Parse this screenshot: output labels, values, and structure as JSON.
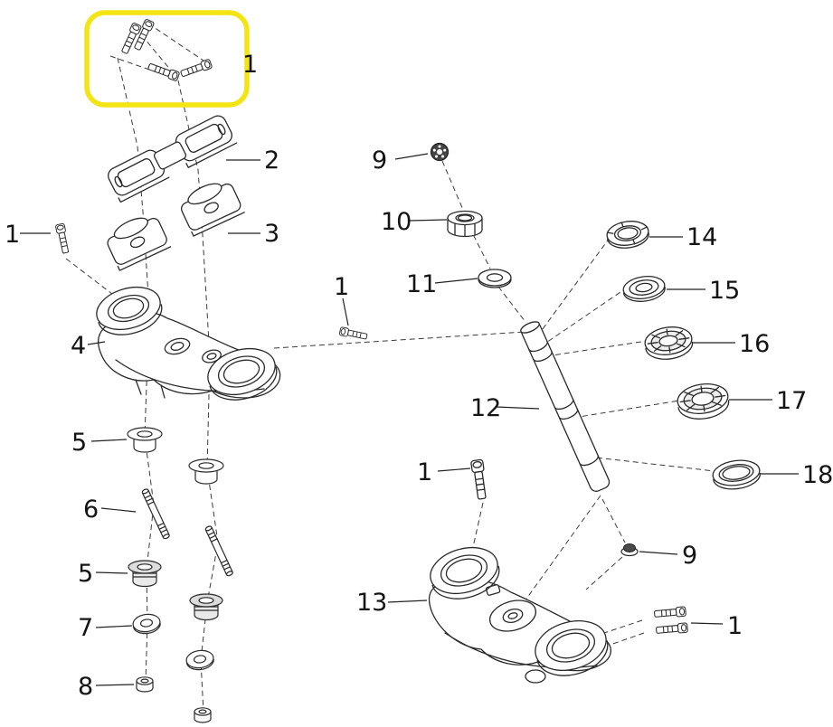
{
  "diagram": {
    "type": "exploded-parts-diagram",
    "subject": "steering-stem-and-triple-clamp-assembly",
    "background_color": "#ffffff",
    "line_color": "#2a2a2a",
    "highlight": {
      "color": "#f3e414",
      "shape": "rounded-rectangle",
      "marks_part": "1"
    },
    "callouts": [
      {
        "id": "part-1-top-bolts",
        "label": "1"
      },
      {
        "id": "part-2-upper-bar-clamp",
        "label": "2"
      },
      {
        "id": "part-3-lower-bar-clamp",
        "label": "3"
      },
      {
        "id": "part-1-left-bolt",
        "label": "1"
      },
      {
        "id": "part-4-upper-triple-clamp",
        "label": "4"
      },
      {
        "id": "part-1-mid-bolt",
        "label": "1"
      },
      {
        "id": "part-5-upper-bushings",
        "label": "5"
      },
      {
        "id": "part-6-studs",
        "label": "6"
      },
      {
        "id": "part-5-lower-bushings",
        "label": "5"
      },
      {
        "id": "part-7-washers",
        "label": "7"
      },
      {
        "id": "part-8-nut",
        "label": "8"
      },
      {
        "id": "part-9-lock-washer",
        "label": "9"
      },
      {
        "id": "part-10-steering-nut",
        "label": "10"
      },
      {
        "id": "part-11-washer",
        "label": "11"
      },
      {
        "id": "part-12-steering-stem",
        "label": "12"
      },
      {
        "id": "part-13-lower-triple-clamp",
        "label": "13"
      },
      {
        "id": "part-14-adjuster-nut",
        "label": "14"
      },
      {
        "id": "part-15-bearing-cover",
        "label": "15"
      },
      {
        "id": "part-16-upper-bearing",
        "label": "16"
      },
      {
        "id": "part-17-lower-bearing",
        "label": "17"
      },
      {
        "id": "part-18-dust-seal",
        "label": "18"
      },
      {
        "id": "part-9-stem-cap",
        "label": "9"
      },
      {
        "id": "part-1-bottom-right-bolts",
        "label": "1"
      },
      {
        "id": "part-1-stem-bolt",
        "label": "1"
      }
    ]
  }
}
